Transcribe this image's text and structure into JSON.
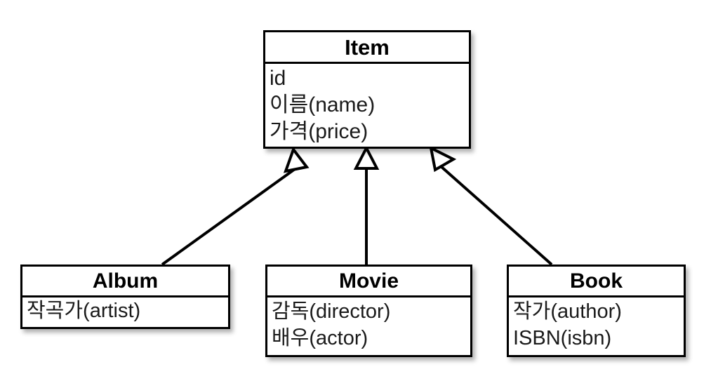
{
  "diagram": {
    "type": "uml-class-diagram",
    "relationship": "generalization",
    "stroke_color": "#000000",
    "background_color": "#ffffff",
    "classes": [
      {
        "id": "item",
        "name": "Item",
        "role": "superclass",
        "attributes": [
          "id",
          "이름(name)",
          "가격(price)"
        ]
      },
      {
        "id": "album",
        "name": "Album",
        "role": "subclass",
        "attributes": [
          "작곡가(artist)"
        ]
      },
      {
        "id": "movie",
        "name": "Movie",
        "role": "subclass",
        "attributes": [
          "감독(director)",
          "배우(actor)"
        ]
      },
      {
        "id": "book",
        "name": "Book",
        "role": "subclass",
        "attributes": [
          "작가(author)",
          "ISBN(isbn)"
        ]
      }
    ],
    "edges": [
      {
        "from": "album",
        "to": "item",
        "arrow": "hollow-triangle"
      },
      {
        "from": "movie",
        "to": "item",
        "arrow": "hollow-triangle"
      },
      {
        "from": "book",
        "to": "item",
        "arrow": "hollow-triangle"
      }
    ]
  }
}
